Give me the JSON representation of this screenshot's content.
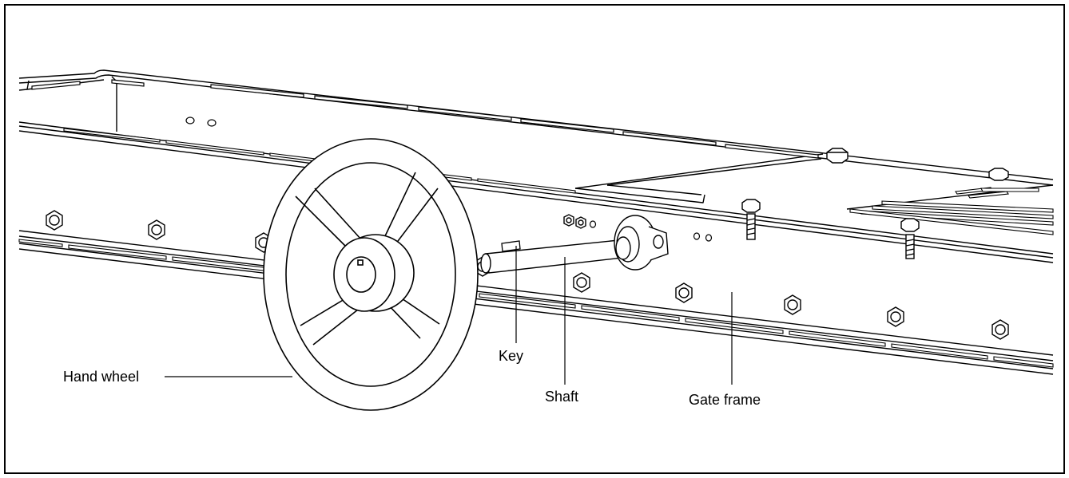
{
  "diagram": {
    "labels": {
      "hand_wheel": "Hand wheel",
      "key": "Key",
      "shaft": "Shaft",
      "gate_frame": "Gate frame"
    }
  },
  "colors": {
    "line": "#000000",
    "background": "#ffffff",
    "frame_border": "#000000"
  }
}
